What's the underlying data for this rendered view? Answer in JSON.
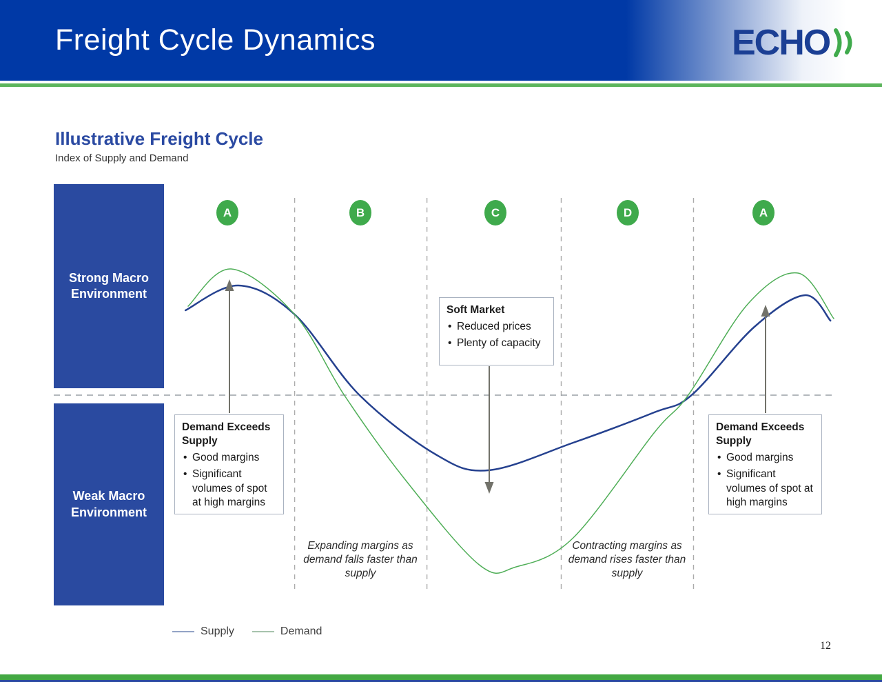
{
  "header": {
    "title": "Freight Cycle Dynamics",
    "logo_text": "ECHO"
  },
  "section": {
    "title": "Illustrative Freight Cycle",
    "subtitle": "Index of Supply and Demand"
  },
  "env": {
    "strong": "Strong Macro Environment",
    "weak": "Weak Macro Environment"
  },
  "phases": [
    "A",
    "B",
    "C",
    "D",
    "A"
  ],
  "boxes": {
    "soft_market": {
      "title": "Soft Market",
      "bullets": [
        "Reduced prices",
        "Plenty of capacity"
      ]
    },
    "demand_left": {
      "title": "Demand Exceeds Supply",
      "bullets": [
        "Good margins",
        "Significant volumes of spot at high margins"
      ]
    },
    "demand_right": {
      "title": "Demand Exceeds Supply",
      "bullets": [
        "Good margins",
        "Significant volumes of spot at high margins"
      ]
    }
  },
  "annotations": {
    "expanding": "Expanding margins as demand falls faster than supply",
    "contracting": "Contracting margins as demand rises faster than supply"
  },
  "legend": {
    "items": [
      {
        "label": "Supply",
        "swatch_color": "#93a3c6"
      },
      {
        "label": "Demand",
        "swatch_color": "#a7c3ad"
      }
    ]
  },
  "page_number": "12",
  "colors": {
    "header_blue": "#0039a6",
    "panel_blue": "#2a4aa0",
    "title_blue": "#2b4aa2",
    "accent_green": "#5cb55c",
    "circle_green": "#3faa4c",
    "supply_blue": "#25418f",
    "demand_green": "#4fae57",
    "arrow_gray": "#72726a",
    "bottom_green": "#43a843"
  },
  "chart_data": {
    "type": "line",
    "title": "Illustrative Freight Cycle",
    "ylabel": "Index of Supply and Demand",
    "grid": "dashed phase boundaries + dashed equilibrium midline",
    "legend_position": "bottom-left",
    "x_axis": {
      "type": "phase",
      "labels": [
        "A",
        "B",
        "C",
        "D",
        "A"
      ],
      "marker_positions": [
        0.083,
        0.284,
        0.489,
        0.689,
        0.894
      ],
      "boundaries": [
        0.185,
        0.385,
        0.588,
        0.788
      ]
    },
    "y_axis": {
      "range": [
        -1,
        1
      ],
      "midline": 0,
      "note": "illustrative index; midline = supply/demand equilibrium"
    },
    "series": [
      {
        "key": "supply",
        "name": "Supply",
        "color": "#25418f",
        "width": 2.5,
        "points": [
          [
            0.02,
            0.41
          ],
          [
            0.1,
            0.53
          ],
          [
            0.185,
            0.39
          ],
          [
            0.283,
            0.0
          ],
          [
            0.4,
            -0.29
          ],
          [
            0.479,
            -0.363
          ],
          [
            0.606,
            -0.23
          ],
          [
            0.729,
            -0.083
          ],
          [
            0.785,
            0.0
          ],
          [
            0.88,
            0.33
          ],
          [
            0.956,
            0.483
          ],
          [
            0.995,
            0.36
          ]
        ]
      },
      {
        "key": "demand",
        "name": "Demand",
        "color": "#4fae57",
        "width": 1.5,
        "points": [
          [
            0.024,
            0.43
          ],
          [
            0.089,
            0.61
          ],
          [
            0.185,
            0.39
          ],
          [
            0.26,
            0.0
          ],
          [
            0.35,
            -0.4
          ],
          [
            0.464,
            -0.82
          ],
          [
            0.52,
            -0.83
          ],
          [
            0.606,
            -0.69
          ],
          [
            0.729,
            -0.18
          ],
          [
            0.78,
            0.0
          ],
          [
            0.87,
            0.44
          ],
          [
            0.946,
            0.59
          ],
          [
            1.0,
            0.37
          ]
        ]
      }
    ]
  }
}
